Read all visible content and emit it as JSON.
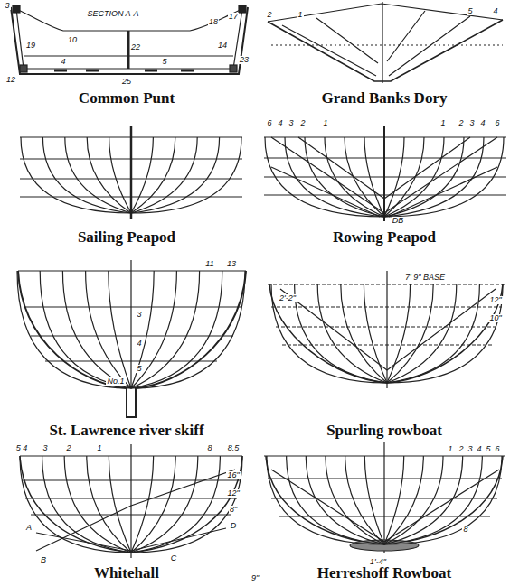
{
  "diagram": {
    "labels": [
      "Common Punt",
      "Grand Banks Dory",
      "Sailing Peapod",
      "Rowing Peapod",
      "St. Lawrence river skiff",
      "Spurling rowboat",
      "Whitehall",
      "Herreshoff Rowboat",
      "SECTION A-A",
      "3",
      "18",
      "17",
      "10",
      "19",
      "14",
      "22",
      "23",
      "4",
      "5",
      "12",
      "25",
      "2",
      "1",
      "5",
      "4",
      "6",
      "4",
      "3",
      "2",
      "1",
      "1",
      "2",
      "3",
      "4",
      "6",
      "DB",
      "11",
      "13",
      "3",
      "4",
      "5",
      "No.1",
      "7' 9\" BASE",
      "12\"",
      "10\"",
      "2'-2\"",
      "5 4",
      "3",
      "2",
      "1",
      "8",
      "8.5",
      "16\"",
      "12\"",
      "8\"",
      "A",
      "B",
      "C",
      "D",
      "1",
      "2",
      "3",
      "4",
      "5",
      "6",
      "8",
      "1'-4\"",
      "9\""
    ]
  }
}
